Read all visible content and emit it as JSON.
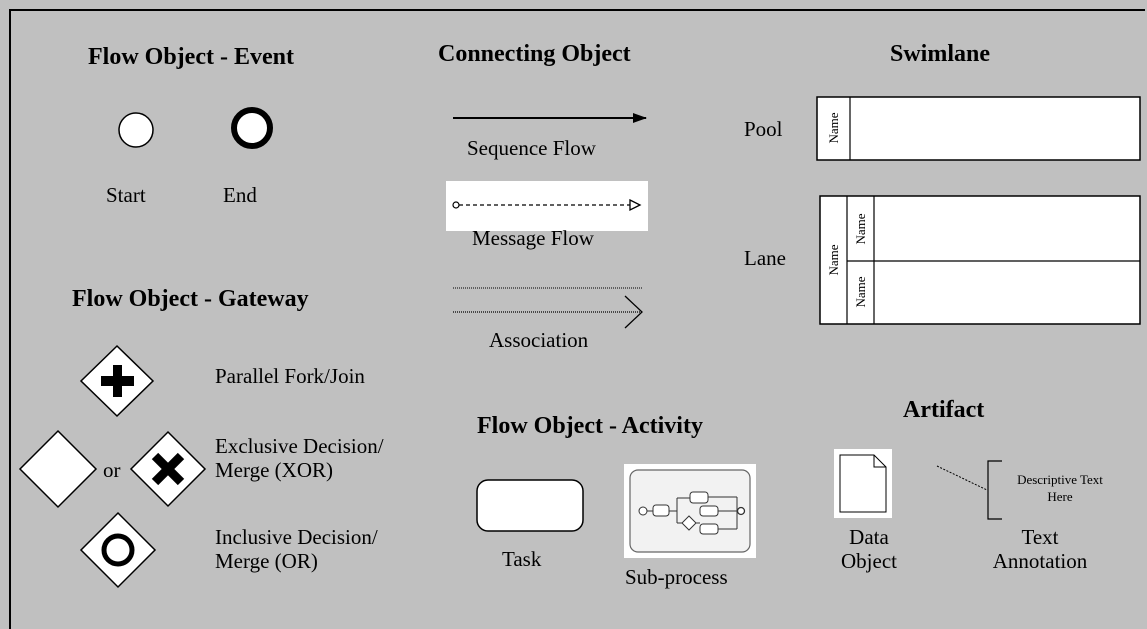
{
  "headings": {
    "event": "Flow Object - Event",
    "connecting": "Connecting Object",
    "swimlane": "Swimlane",
    "gateway": "Flow Object - Gateway",
    "activity": "Flow Object - Activity",
    "artifact": "Artifact"
  },
  "events": {
    "start": "Start",
    "end": "End"
  },
  "connecting": {
    "sequence": "Sequence Flow",
    "message": "Message Flow",
    "association": "Association"
  },
  "swimlane": {
    "pool_label": "Pool",
    "lane_label": "Lane",
    "name": "Name"
  },
  "gateways": {
    "parallel": "Parallel Fork/Join",
    "or_word": "or",
    "exclusive_line1": "Exclusive Decision/",
    "exclusive_line2": "Merge (XOR)",
    "inclusive_line1": "Inclusive Decision/",
    "inclusive_line2": "Merge (OR)"
  },
  "activity": {
    "task": "Task",
    "subprocess": "Sub-process"
  },
  "artifact": {
    "data_line1": "Data",
    "data_line2": "Object",
    "annotation_line1": "Text",
    "annotation_line2": "Annotation",
    "annotation_text_line1": "Descriptive Text",
    "annotation_text_line2": "Here"
  },
  "colors": {
    "background": "#c0c0c0",
    "shape_fill": "#ffffff",
    "stroke": "#000000"
  }
}
